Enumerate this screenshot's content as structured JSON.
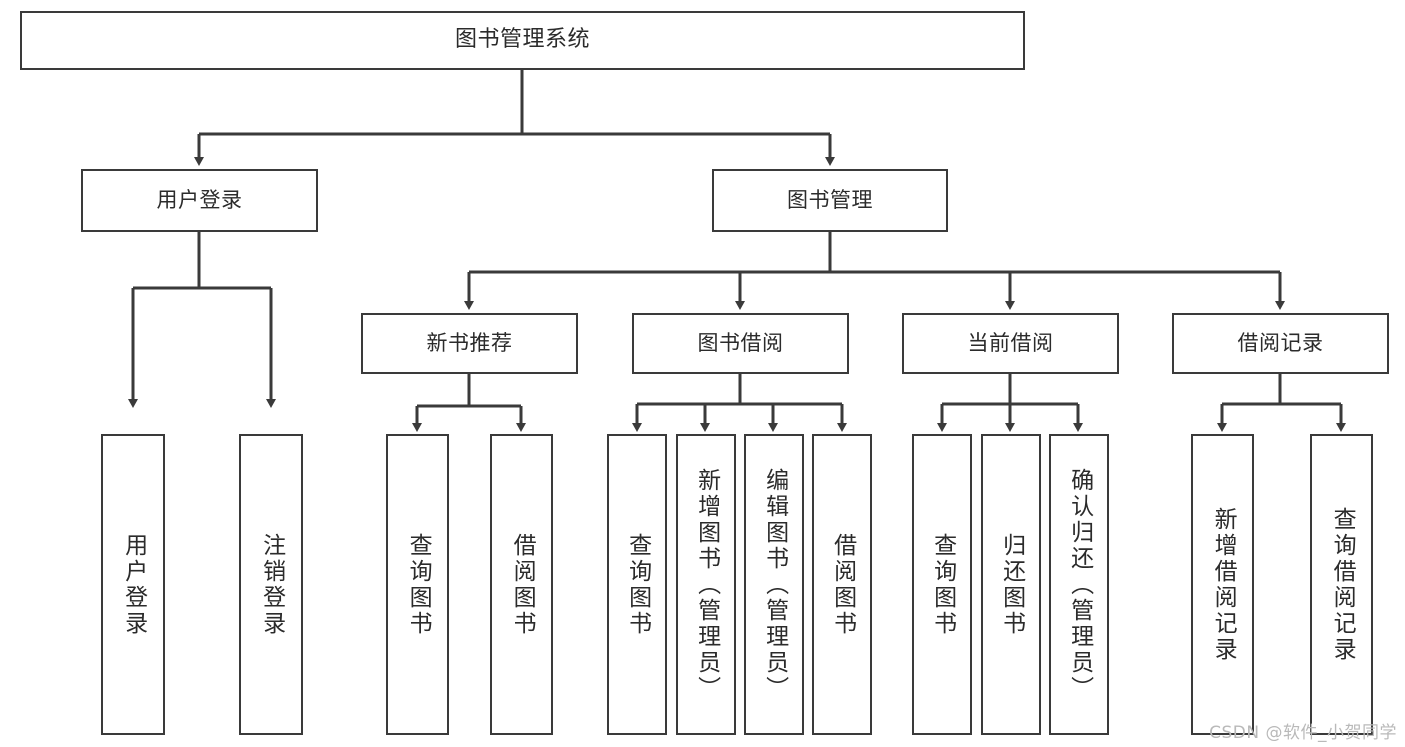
{
  "diagram": {
    "title": "图书管理系统",
    "type": "tree-hierarchy",
    "levels": 4,
    "colors": {
      "stroke": "#3a3a3a",
      "fill": "#ffffff",
      "text": "#2b2b2b",
      "watermark": "#b9b9b9"
    },
    "root": {
      "label": "图书管理系统"
    },
    "level2": [
      {
        "label": "用户登录"
      },
      {
        "label": "图书管理"
      }
    ],
    "level3": [
      {
        "label": "新书推荐"
      },
      {
        "label": "图书借阅"
      },
      {
        "label": "当前借阅"
      },
      {
        "label": "借阅记录"
      }
    ],
    "leaves": {
      "user_login": [
        {
          "label": "用户登录"
        },
        {
          "label": "注销登录"
        }
      ],
      "new_book": [
        {
          "label": "查询图书"
        },
        {
          "label": "借阅图书"
        }
      ],
      "book_borrow": [
        {
          "label": "查询图书"
        },
        {
          "label": "新增图书（管理员）"
        },
        {
          "label": "编辑图书（管理员）"
        },
        {
          "label": "借阅图书"
        }
      ],
      "current_borrow": [
        {
          "label": "查询图书"
        },
        {
          "label": "归还图书"
        },
        {
          "label": "确认归还（管理员）"
        }
      ],
      "borrow_record": [
        {
          "label": "新增借阅记录"
        },
        {
          "label": "查询借阅记录"
        }
      ]
    }
  },
  "watermark": {
    "text": "CSDN @软件_小贺同学"
  }
}
